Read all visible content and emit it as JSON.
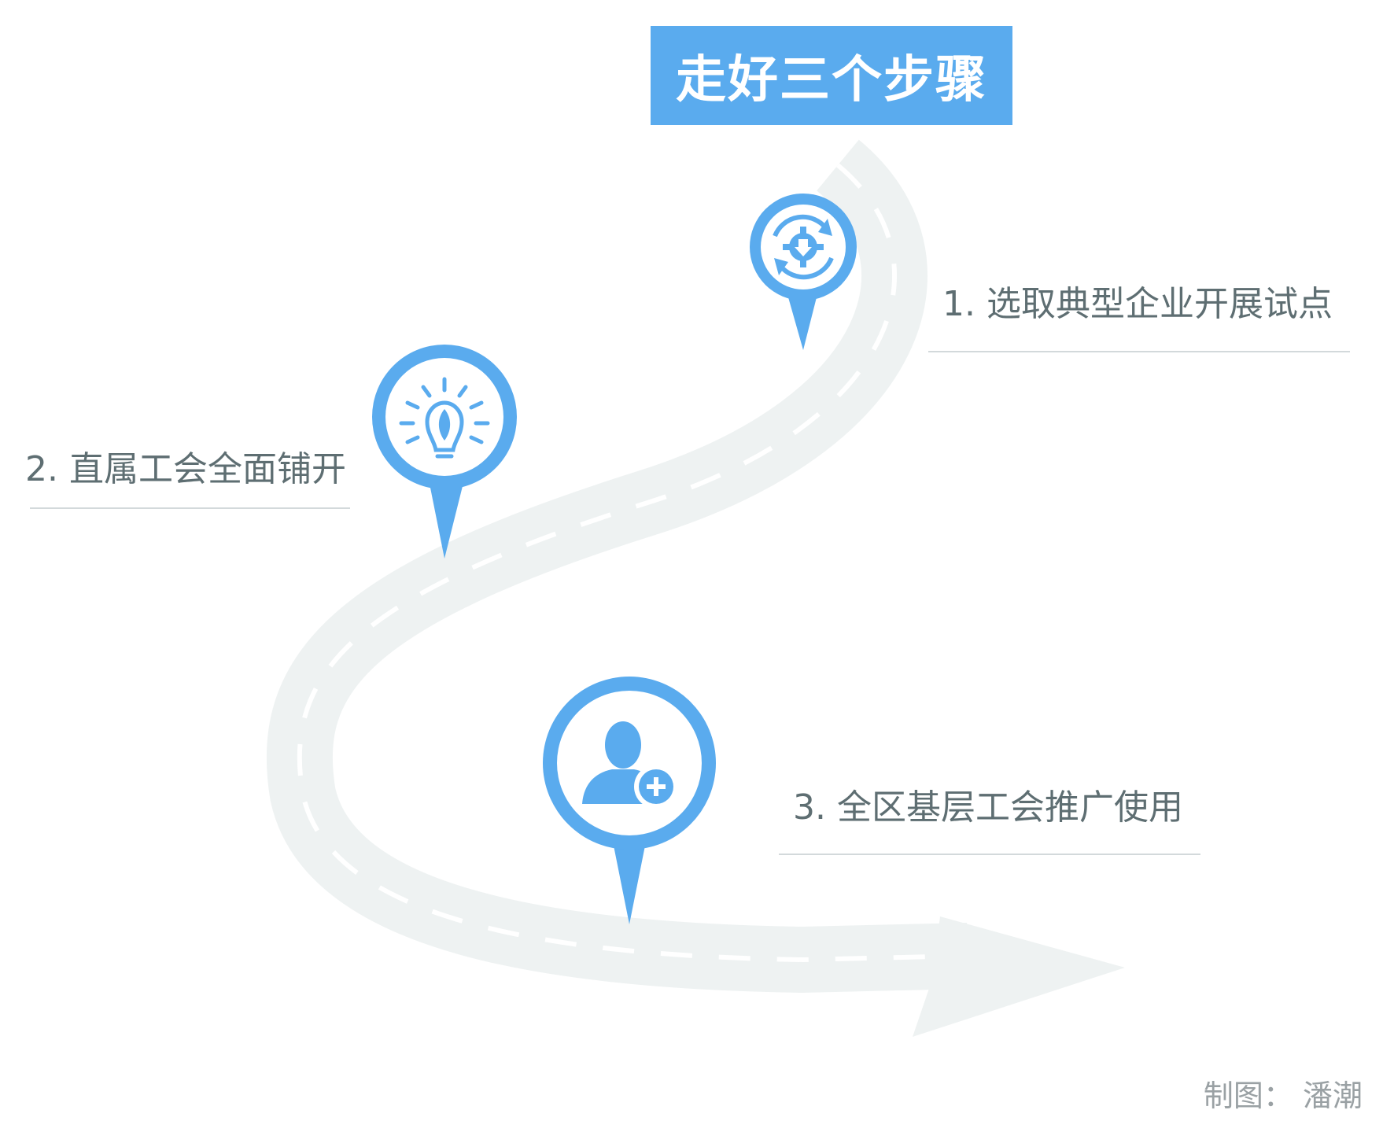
{
  "title": "走好三个步骤",
  "colors": {
    "accent": "#5aabee",
    "road": "#eef2f2",
    "text": "#5e6e72",
    "rule": "#d3d9db",
    "credit": "#9aa1a4"
  },
  "steps": [
    {
      "label": "1. 选取典型企业开展试点",
      "icon": "gear-refresh-icon"
    },
    {
      "label": "2. 直属工会全面铺开",
      "icon": "lightbulb-leaf-icon"
    },
    {
      "label": "3. 全区基层工会推广使用",
      "icon": "user-add-icon"
    }
  ],
  "credit": "制图： 潘潮"
}
